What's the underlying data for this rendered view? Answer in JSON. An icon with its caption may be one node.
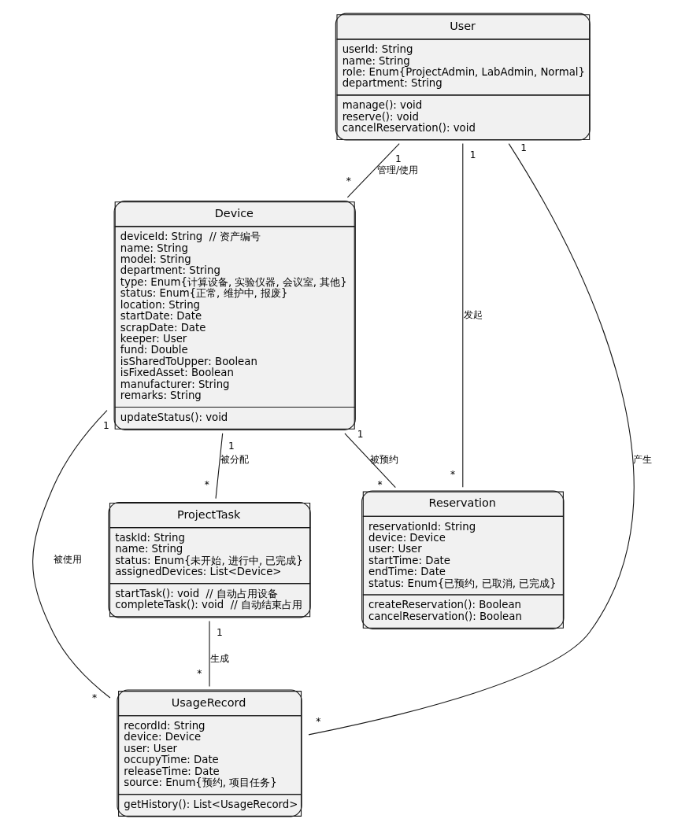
{
  "diagram": {
    "nodes": [
      {
        "text": [
          "User",
          "userId: String",
          "name: String",
          "role: Enum{ProjectAdmin, LabAdmin, Normal}",
          "department: String",
          "manage(): void",
          "reserve(): void",
          "cancelReservation(): void"
        ]
      },
      {
        "text": [
          "Device",
          "deviceId: String  // 资产编号",
          "name: String",
          "model: String",
          "department: String",
          "type: Enum{计算设备, 实验仪器, 会议室, 其他}",
          "status: Enum{正常, 维护中, 报废}",
          "location: String",
          "startDate: Date",
          "scrapDate: Date",
          "keeper: User",
          "fund: Double",
          "isSharedToUpper: Boolean",
          "isFixedAsset: Boolean",
          "manufacturer: String",
          "remarks: String",
          "updateStatus(): void"
        ]
      },
      {
        "text": [
          "ProjectTask",
          "taskId: String",
          "name: String",
          "status: Enum{未开始, 进行中, 已完成}",
          "assignedDevices: List<Device>",
          "startTask(): void  // 自动占用设备",
          "completeTask(): void  // 自动结束占用"
        ]
      },
      {
        "text": [
          "Reservation",
          "reservationId: String",
          "device: Device",
          "user: User",
          "startTime: Date",
          "endTime: Date",
          "status: Enum{已预约, 已取消, 已完成}",
          "createReservation(): Boolean",
          "cancelReservation(): Boolean"
        ]
      },
      {
        "text": [
          "UsageRecord",
          "recordId: String",
          "device: Device",
          "user: User",
          "occupyTime: Date",
          "releaseTime: Date",
          "source: Enum{预约, 项目任务}",
          "getHistory(): List<UsageRecord>"
        ]
      }
    ],
    "edges": [
      {
        "from": 0,
        "to": 1,
        "arrow": "none",
        "label": "管理/使用"
      },
      {
        "from": 0,
        "to": 3,
        "arrow": "none",
        "label": "发起"
      },
      {
        "from": 0,
        "to": 4,
        "arrow": "none",
        "label": "产生"
      },
      {
        "from": 1,
        "to": 2,
        "arrow": "none",
        "label": "被分配"
      },
      {
        "from": 1,
        "to": 4,
        "arrow": "none",
        "label": "被使用"
      },
      {
        "from": 1,
        "to": 3,
        "arrow": "none",
        "label": "被预约"
      },
      {
        "from": 2,
        "to": 4,
        "arrow": "none",
        "label": "生成"
      }
    ],
    "labels": [
      "1",
      "*",
      "1",
      "*",
      "1",
      "*",
      "1",
      "*",
      "1",
      "*",
      "1",
      "*",
      "1",
      "*"
    ]
  }
}
